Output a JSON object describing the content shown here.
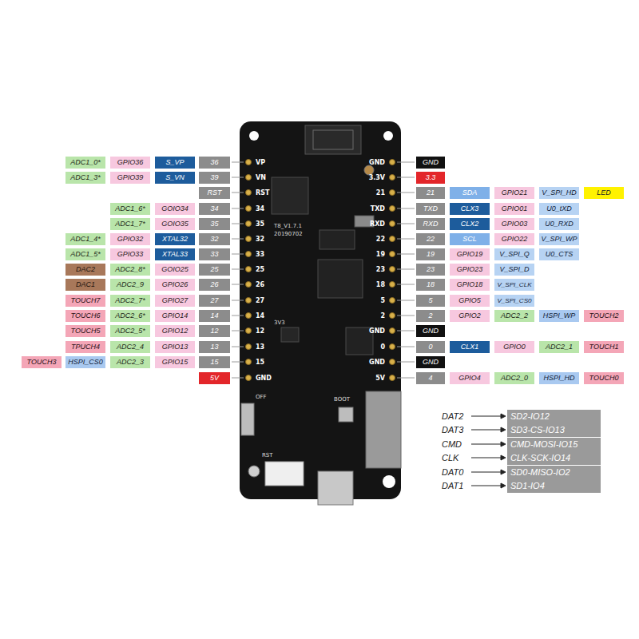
{
  "diagram": {
    "nodes": [
      {
        "text": [
          "ADC1_0*"
        ]
      },
      {
        "text": [
          "GPIO36"
        ]
      },
      {
        "text": [
          "S_VP"
        ]
      },
      {
        "text": [
          "36"
        ]
      },
      {
        "text": [
          "GND"
        ]
      },
      {
        "text": [
          "ADC1_3*"
        ]
      },
      {
        "text": [
          "GPIO39"
        ]
      },
      {
        "text": [
          "S_VN"
        ]
      },
      {
        "text": [
          "39"
        ]
      },
      {
        "text": [
          "3.3"
        ]
      },
      {
        "text": [
          "RST"
        ]
      },
      {
        "text": [
          "21"
        ]
      },
      {
        "text": [
          "SDA"
        ]
      },
      {
        "text": [
          "GPIO21"
        ]
      },
      {
        "text": [
          "V_SPI_HD"
        ]
      },
      {
        "text": [
          "LED"
        ]
      },
      {
        "text": [
          "ADC1_6*"
        ]
      },
      {
        "text": [
          "GOIO34"
        ]
      },
      {
        "text": [
          "34"
        ]
      },
      {
        "text": [
          "TXD"
        ]
      },
      {
        "text": [
          "CLX3"
        ]
      },
      {
        "text": [
          "GPIO01"
        ]
      },
      {
        "text": [
          "U0_tXD"
        ]
      },
      {
        "text": [
          "ADC1_7*"
        ]
      },
      {
        "text": [
          "GOIO35"
        ]
      },
      {
        "text": [
          "35"
        ]
      },
      {
        "text": [
          "RXD"
        ]
      },
      {
        "text": [
          "CLX2"
        ]
      },
      {
        "text": [
          "GPIO03"
        ]
      },
      {
        "text": [
          "U0_RXD"
        ]
      },
      {
        "text": [
          "ADC1_4*"
        ]
      },
      {
        "text": [
          "GPIO32"
        ]
      },
      {
        "text": [
          "XTAL32"
        ]
      },
      {
        "text": [
          "32"
        ]
      },
      {
        "text": [
          "22"
        ]
      },
      {
        "text": [
          "SCL"
        ]
      },
      {
        "text": [
          "GPIO22"
        ]
      },
      {
        "text": [
          "V_SPI_WP"
        ]
      },
      {
        "text": [
          "ADC1_5*"
        ]
      },
      {
        "text": [
          "GPIO33"
        ]
      },
      {
        "text": [
          "XTAL33"
        ]
      },
      {
        "text": [
          "33"
        ]
      },
      {
        "text": [
          "19"
        ]
      },
      {
        "text": [
          "GPIO19"
        ]
      },
      {
        "text": [
          "V_SPI_Q"
        ]
      },
      {
        "text": [
          "U0_CTS"
        ]
      },
      {
        "text": [
          "DAC2"
        ]
      },
      {
        "text": [
          "ADC2_8*"
        ]
      },
      {
        "text": [
          "GOIO25"
        ]
      },
      {
        "text": [
          "25"
        ]
      },
      {
        "text": [
          "23"
        ]
      },
      {
        "text": [
          "GPIO23"
        ]
      },
      {
        "text": [
          "V_SPI_D"
        ]
      },
      {
        "text": [
          "DAC1"
        ]
      },
      {
        "text": [
          "ADC2_9"
        ]
      },
      {
        "text": [
          "GPIO26"
        ]
      },
      {
        "text": [
          "26"
        ]
      },
      {
        "text": [
          "18"
        ]
      },
      {
        "text": [
          "GPIO18"
        ]
      },
      {
        "text": [
          "V_SPI_CLK"
        ]
      },
      {
        "text": [
          "TOUCH7"
        ]
      },
      {
        "text": [
          "ADC2_7*"
        ]
      },
      {
        "text": [
          "GPIO27"
        ]
      },
      {
        "text": [
          "27"
        ]
      },
      {
        "text": [
          "5"
        ]
      },
      {
        "text": [
          "GPIO5"
        ]
      },
      {
        "text": [
          "V_SPI_CS0"
        ]
      },
      {
        "text": [
          "TOUCH6"
        ]
      },
      {
        "text": [
          "ADC2_6*"
        ]
      },
      {
        "text": [
          "GPIO14"
        ]
      },
      {
        "text": [
          "14"
        ]
      },
      {
        "text": [
          "2"
        ]
      },
      {
        "text": [
          "GPIO2"
        ]
      },
      {
        "text": [
          "ADC2_2"
        ]
      },
      {
        "text": [
          "HSPI_WP"
        ]
      },
      {
        "text": [
          "TOUCH2"
        ]
      },
      {
        "text": [
          "TOUCH5"
        ]
      },
      {
        "text": [
          "ADC2_5*"
        ]
      },
      {
        "text": [
          "GPIO12"
        ]
      },
      {
        "text": [
          "12"
        ]
      },
      {
        "text": [
          "GND"
        ]
      },
      {
        "text": [
          "TPUCH4"
        ]
      },
      {
        "text": [
          "ADC2_4"
        ]
      },
      {
        "text": [
          "GPIO13"
        ]
      },
      {
        "text": [
          "13"
        ]
      },
      {
        "text": [
          "0"
        ]
      },
      {
        "text": [
          "CLX1"
        ]
      },
      {
        "text": [
          "GPIO0"
        ]
      },
      {
        "text": [
          "ADC2_1"
        ]
      },
      {
        "text": [
          "TOUCH1"
        ]
      },
      {
        "text": [
          "TOUCH3"
        ]
      },
      {
        "text": [
          "HSPI_CS0"
        ]
      },
      {
        "text": [
          "ADC2_3"
        ]
      },
      {
        "text": [
          "GPIO15"
        ]
      },
      {
        "text": [
          "15"
        ]
      },
      {
        "text": [
          "GND"
        ]
      },
      {
        "text": [
          "5V"
        ]
      },
      {
        "text": [
          "4"
        ]
      },
      {
        "text": [
          "GPIO4"
        ]
      },
      {
        "text": [
          "ADC2_0"
        ]
      },
      {
        "text": [
          "HSPI_HD"
        ]
      },
      {
        "text": [
          "TOUCH0"
        ]
      },
      {
        "text": [
          "SD2-IO12"
        ]
      },
      {
        "text": [
          "SD3-CS-IO13"
        ]
      },
      {
        "text": [
          "CMD-MOSI-IO15"
        ]
      },
      {
        "text": [
          "CLK-SCK-IO14"
        ]
      },
      {
        "text": [
          "SD0-MISO-IO2"
        ]
      },
      {
        "text": [
          "SD1-IO4"
        ]
      }
    ],
    "labels": [
      "VP",
      "VN",
      "RST",
      "34",
      "35",
      "32",
      "33",
      "25",
      "26",
      "27",
      "14",
      "12",
      "13",
      "15",
      "GND",
      "GND",
      "3.3V",
      "21",
      "TXD",
      "RXD",
      "22",
      "19",
      "23",
      "18",
      "5",
      "2",
      "GND",
      "0",
      "GND",
      "5V",
      "T8_V1.7.1",
      "20190702",
      "3V3",
      "OFF",
      "BOOT",
      "RST",
      "DAT2",
      "DAT3",
      "CMD",
      "CLK",
      "DAT0",
      "DAT1"
    ]
  }
}
